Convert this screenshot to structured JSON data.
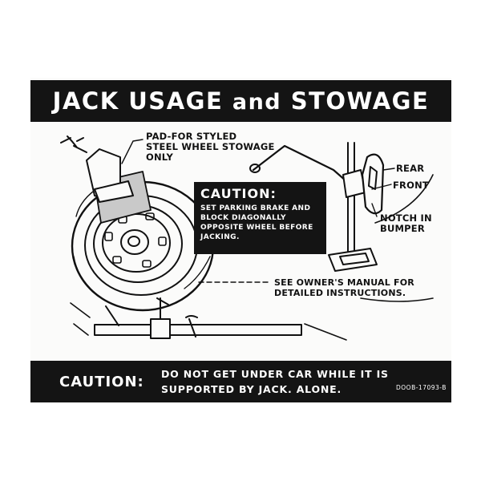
{
  "header": {
    "title_part1": "JACK USAGE ",
    "title_part2": "and",
    "title_part3": " STOWAGE"
  },
  "callouts": {
    "pad_line1": "PAD-FOR STYLED",
    "pad_line2": "STEEL WHEEL STOWAGE",
    "pad_line3": "ONLY",
    "rear": "REAR",
    "front": "FRONT",
    "notch_line1": "NOTCH IN",
    "notch_line2": "BUMPER",
    "manual_line1": "SEE OWNER'S MANUAL FOR",
    "manual_line2": "DETAILED INSTRUCTIONS."
  },
  "caution_box": {
    "heading": "CAUTION:",
    "body": "SET PARKING BRAKE AND\nBLOCK DIAGONALLY\nOPPOSITE WHEEL BEFORE\nJACKING."
  },
  "footer": {
    "heading": "CAUTION:",
    "body": "DO NOT GET UNDER CAR WHILE IT IS\nSUPPORTED BY JACK. ALONE.",
    "part_number": "DOOB-17093-B"
  },
  "colors": {
    "ink": "#141414",
    "paper": "#fbfbfa",
    "pad_fill": "#c9c9c9"
  }
}
